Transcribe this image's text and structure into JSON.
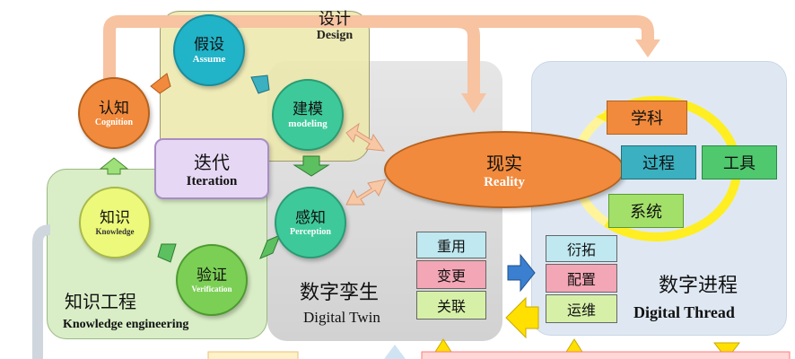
{
  "design": {
    "cn": "设计",
    "en": "Design"
  },
  "assume": {
    "cn": "假设",
    "en": "Assume"
  },
  "modeling": {
    "cn": "建模",
    "en": "modeling"
  },
  "cognition": {
    "cn": "认知",
    "en": "Cognition"
  },
  "iteration": {
    "cn": "迭代",
    "en": "Iteration"
  },
  "perception": {
    "cn": "感知",
    "en": "Perception"
  },
  "knowledge": {
    "cn": "知识",
    "en": "Knowledge"
  },
  "verification": {
    "cn": "验证",
    "en": "Verification"
  },
  "knowledge_engineering": {
    "cn": "知识工程",
    "en": "Knowledge engineering"
  },
  "reality": {
    "cn": "现实",
    "en": "Reality"
  },
  "digital_twin": {
    "cn": "数字孪生",
    "en": "Digital Twin",
    "tags": [
      {
        "label": "重用",
        "color": "#bfe8f0"
      },
      {
        "label": "变更",
        "color": "#f3a6b5"
      },
      {
        "label": "关联",
        "color": "#d6f0a8"
      }
    ]
  },
  "digital_thread": {
    "cn": "数字进程",
    "en": "Digital Thread",
    "tags": [
      {
        "label": "衍拓",
        "color": "#bfe8f0"
      },
      {
        "label": "配置",
        "color": "#f3a6b5"
      },
      {
        "label": "运维",
        "color": "#d6f0a8"
      }
    ],
    "cycle": {
      "subject": "学科",
      "process": "过程",
      "tool": "工具",
      "system": "系统"
    }
  },
  "colors": {
    "orange": "#f18a3c",
    "teal": "#3ec99a",
    "green": "#7ccf55",
    "blue": "#3a8fd8",
    "purple": "#e6d8f4",
    "yellow": "#ffe000"
  }
}
